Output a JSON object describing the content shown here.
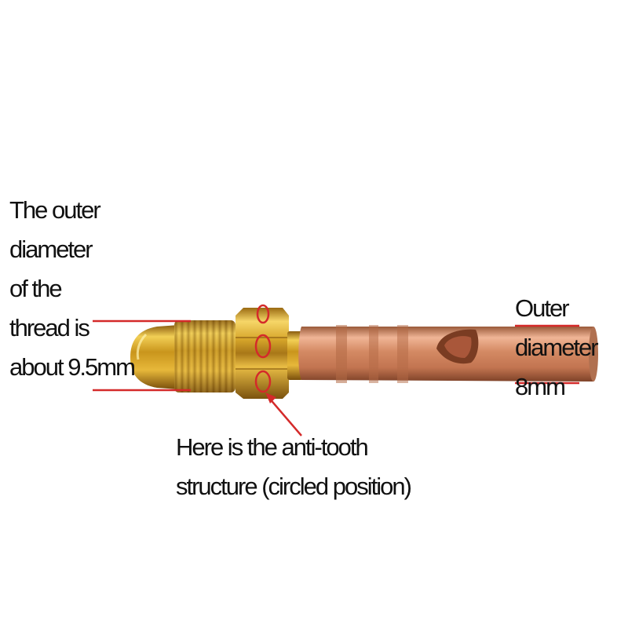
{
  "annotations": {
    "thread_diameter": "The outer\ndiameter\nof the\nthread is\nabout 9.5mm",
    "tube_diameter": "Outer\ndiameter\n8mm",
    "anti_tooth": "Here is the anti-tooth\nstructure (circled position)"
  },
  "colors": {
    "background": "#ffffff",
    "annotation_red": "#d42a2a",
    "brass": "#d9a520",
    "copper": "#cf8560"
  }
}
